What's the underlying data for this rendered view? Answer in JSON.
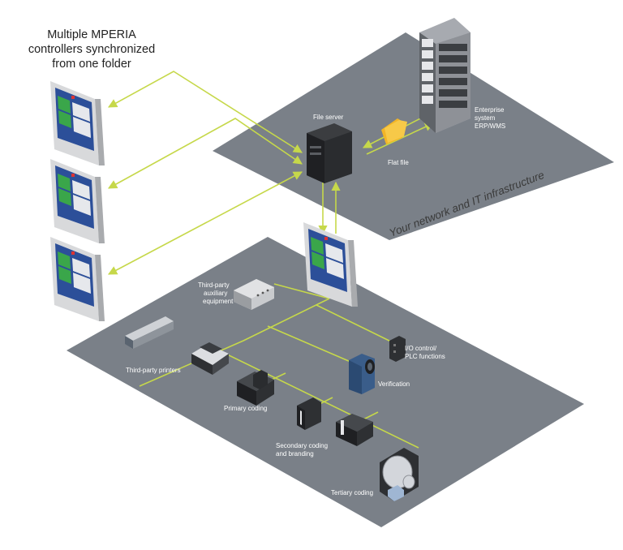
{
  "heading": {
    "lines": [
      "Multiple MPERIA",
      "controllers synchronized",
      "from one folder"
    ]
  },
  "network": {
    "label": "Your network and IT infrastructure",
    "file_server": "File server",
    "flat_file": "Flat file",
    "enterprise": [
      "Enterprise",
      "system",
      "ERP/WMS"
    ]
  },
  "floor": {
    "auxiliary": [
      "Third-party",
      "auxiliary",
      "equipment"
    ],
    "printers": "Third-party printers",
    "io_control": [
      "I/O control/",
      "PLC functions"
    ],
    "verification": "Verification",
    "primary": "Primary coding",
    "secondary": [
      "Secondary coding",
      "and branding"
    ],
    "tertiary": "Tertiary coding"
  },
  "colors": {
    "platform": "#7a8088",
    "connector": "#c6d84a",
    "device_dark": "#2e3033",
    "screen_blue": "#2c4f99",
    "screen_green": "#3aa64a"
  }
}
